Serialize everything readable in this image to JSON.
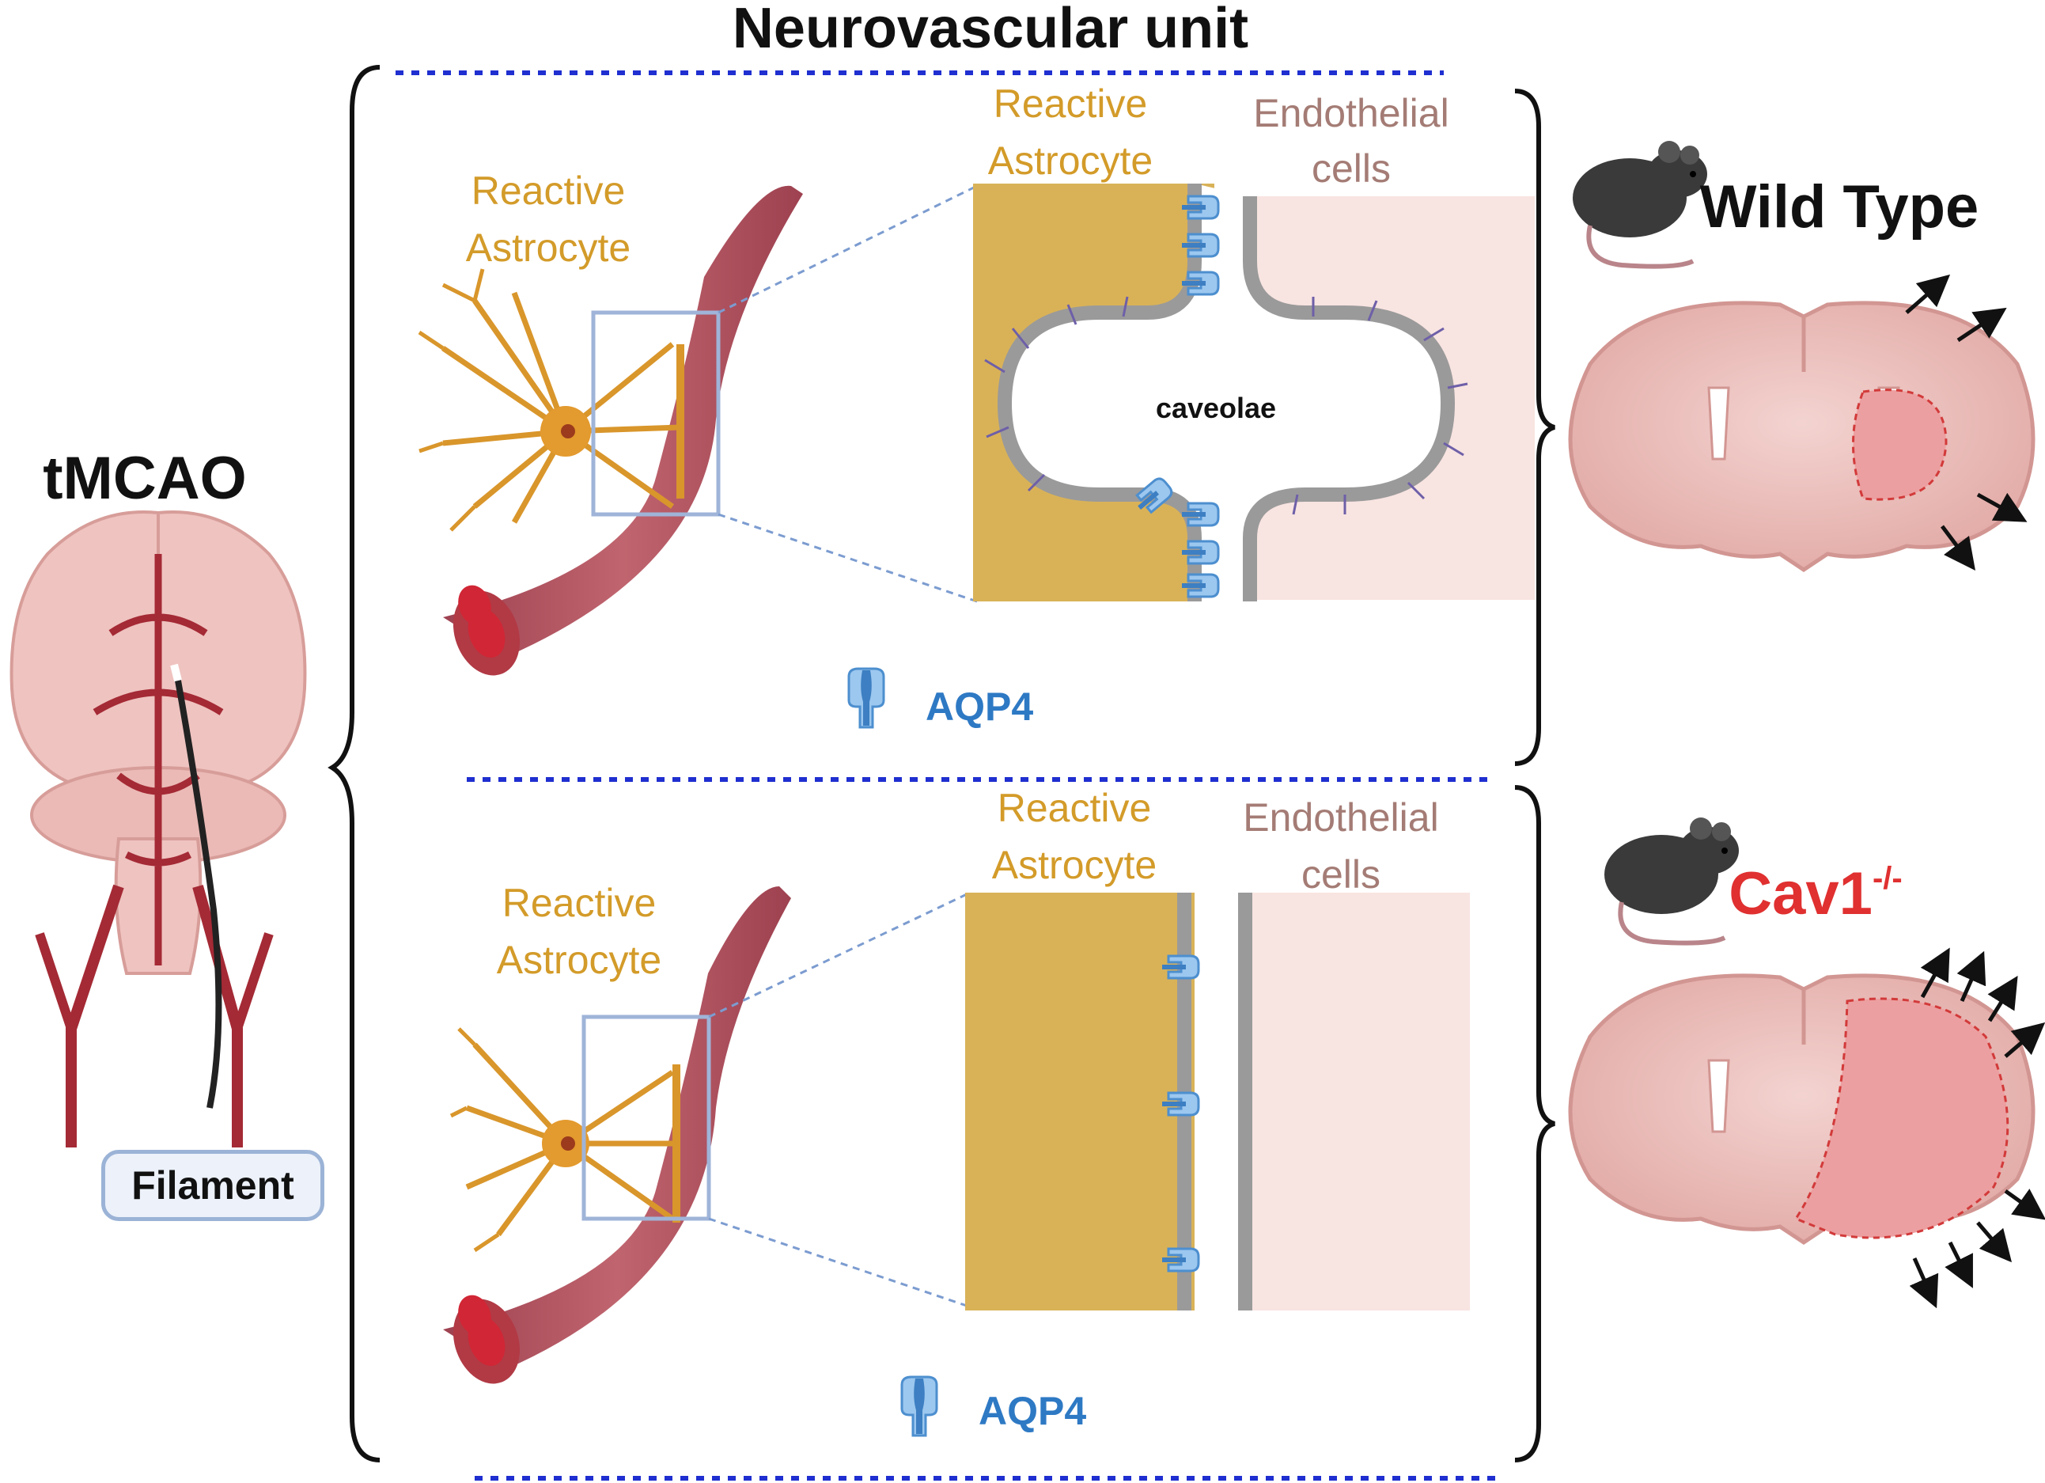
{
  "title": "Neurovascular unit",
  "procedure": {
    "label": "tMCAO",
    "filament_label": "Filament"
  },
  "top_panel": {
    "astrocyte_label_line1": "Reactive",
    "astrocyte_label_line2": "Astrocyte",
    "zoom_astrocyte_line1": "Reactive",
    "zoom_astrocyte_line2": "Astrocyte",
    "endothelial_line1": "Endothelial",
    "endothelial_line2": "cells",
    "caveolae_label": "caveolae",
    "aqp4_label": "AQP4"
  },
  "bottom_panel": {
    "astrocyte_label_line1": "Reactive",
    "astrocyte_label_line2": "Astrocyte",
    "zoom_astrocyte_line1": "Reactive",
    "zoom_astrocyte_line2": "Astrocyte",
    "endothelial_line1": "Endothelial",
    "endothelial_line2": "cells",
    "aqp4_label": "AQP4"
  },
  "wild_type": {
    "label": "Wild Type"
  },
  "knockout": {
    "label_base": "Cav1",
    "label_superscript": "-/-"
  },
  "colors": {
    "astrocyte": "#d9a637",
    "astrocyte_text": "#d39b29",
    "endothelial_text": "#a47c75",
    "endothelial_bg": "#f8e4e1",
    "vessel": "#b2535e",
    "aqp4": "#5b9bd5",
    "aqp4_text": "#2e79c4",
    "separator": "#1f2fd0",
    "knockout_text": "#e03030",
    "brain": "#e7b9b6"
  },
  "icons": [
    "mouse-icon",
    "brain-icon",
    "aqp4-channel-icon",
    "blood-vessel-icon",
    "astrocyte-icon"
  ]
}
